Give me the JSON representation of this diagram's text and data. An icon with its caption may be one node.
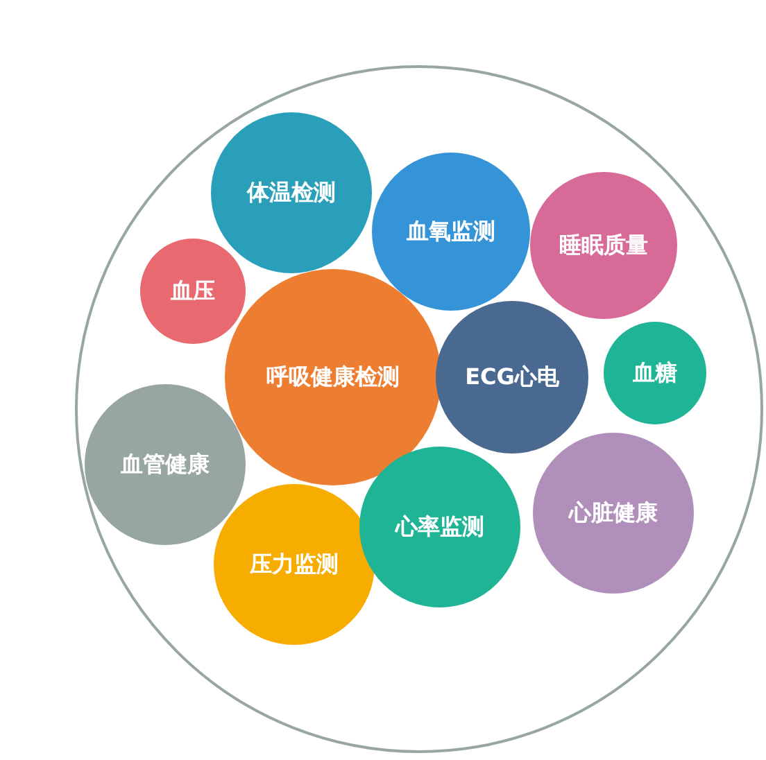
{
  "diagram": {
    "nodes": [
      {
        "text": [],
        "shape": "circle"
      },
      {
        "text": [
          "体温检测"
        ],
        "in": 0
      },
      {
        "text": [
          "血氧监测"
        ],
        "in": 0
      },
      {
        "text": [
          "睡眠质量"
        ],
        "in": 0
      },
      {
        "text": [
          "血压"
        ],
        "in": 0
      },
      {
        "text": [
          "呼吸健康检测"
        ],
        "in": 0
      },
      {
        "text": [
          "ECG心电"
        ],
        "in": 0
      },
      {
        "text": [
          "血糖"
        ],
        "in": 0
      },
      {
        "text": [
          "血管健康"
        ],
        "in": 0
      },
      {
        "text": [
          "心脏健康"
        ],
        "in": 0
      },
      {
        "text": [
          "压力监测"
        ],
        "in": 0
      },
      {
        "text": [
          "心率监测"
        ],
        "in": 0
      }
    ]
  }
}
